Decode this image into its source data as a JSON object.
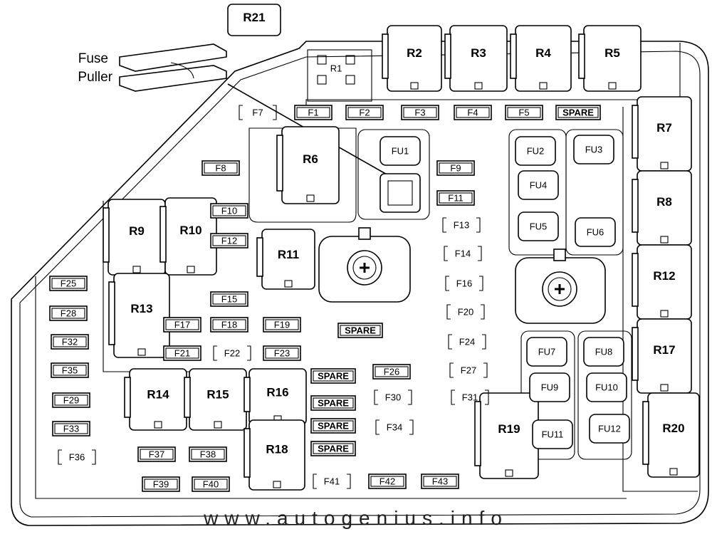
{
  "diagram": {
    "puller_label_line1": "Fuse",
    "puller_label_line2": "Puller",
    "watermark": "www.autogenius.info"
  },
  "relays": {
    "R1": "R1",
    "R2": "R2",
    "R3": "R3",
    "R4": "R4",
    "R5": "R5",
    "R6": "R6",
    "R7": "R7",
    "R8": "R8",
    "R9": "R9",
    "R10": "R10",
    "R11": "R11",
    "R12": "R12",
    "R13": "R13",
    "R14": "R14",
    "R15": "R15",
    "R16": "R16",
    "R17": "R17",
    "R18": "R18",
    "R19": "R19",
    "R20": "R20",
    "R21": "R21"
  },
  "fuses": {
    "F1": "F1",
    "F2": "F2",
    "F3": "F3",
    "F4": "F4",
    "F5": "F5",
    "F7": "F7",
    "F8": "F8",
    "F9": "F9",
    "F10": "F10",
    "F11": "F11",
    "F12": "F12",
    "F13": "F13",
    "F14": "F14",
    "F15": "F15",
    "F16": "F16",
    "F17": "F17",
    "F18": "F18",
    "F19": "F19",
    "F20": "F20",
    "F21": "F21",
    "F22": "F22",
    "F23": "F23",
    "F24": "F24",
    "F25": "F25",
    "F26": "F26",
    "F27": "F27",
    "F28": "F28",
    "F29": "F29",
    "F30": "F30",
    "F31": "F31",
    "F32": "F32",
    "F33": "F33",
    "F34": "F34",
    "F35": "F35",
    "F36": "F36",
    "F37": "F37",
    "F38": "F38",
    "F39": "F39",
    "F40": "F40",
    "F41": "F41",
    "F42": "F42",
    "F43": "F43",
    "spare": "SPARE"
  },
  "maxi_fuses": {
    "FU1": "FU1",
    "FU2": "FU2",
    "FU3": "FU3",
    "FU4": "FU4",
    "FU5": "FU5",
    "FU6": "FU6",
    "FU7": "FU7",
    "FU8": "FU8",
    "FU9": "FU9",
    "FU10": "FU10",
    "FU11": "FU11",
    "FU12": "FU12"
  }
}
